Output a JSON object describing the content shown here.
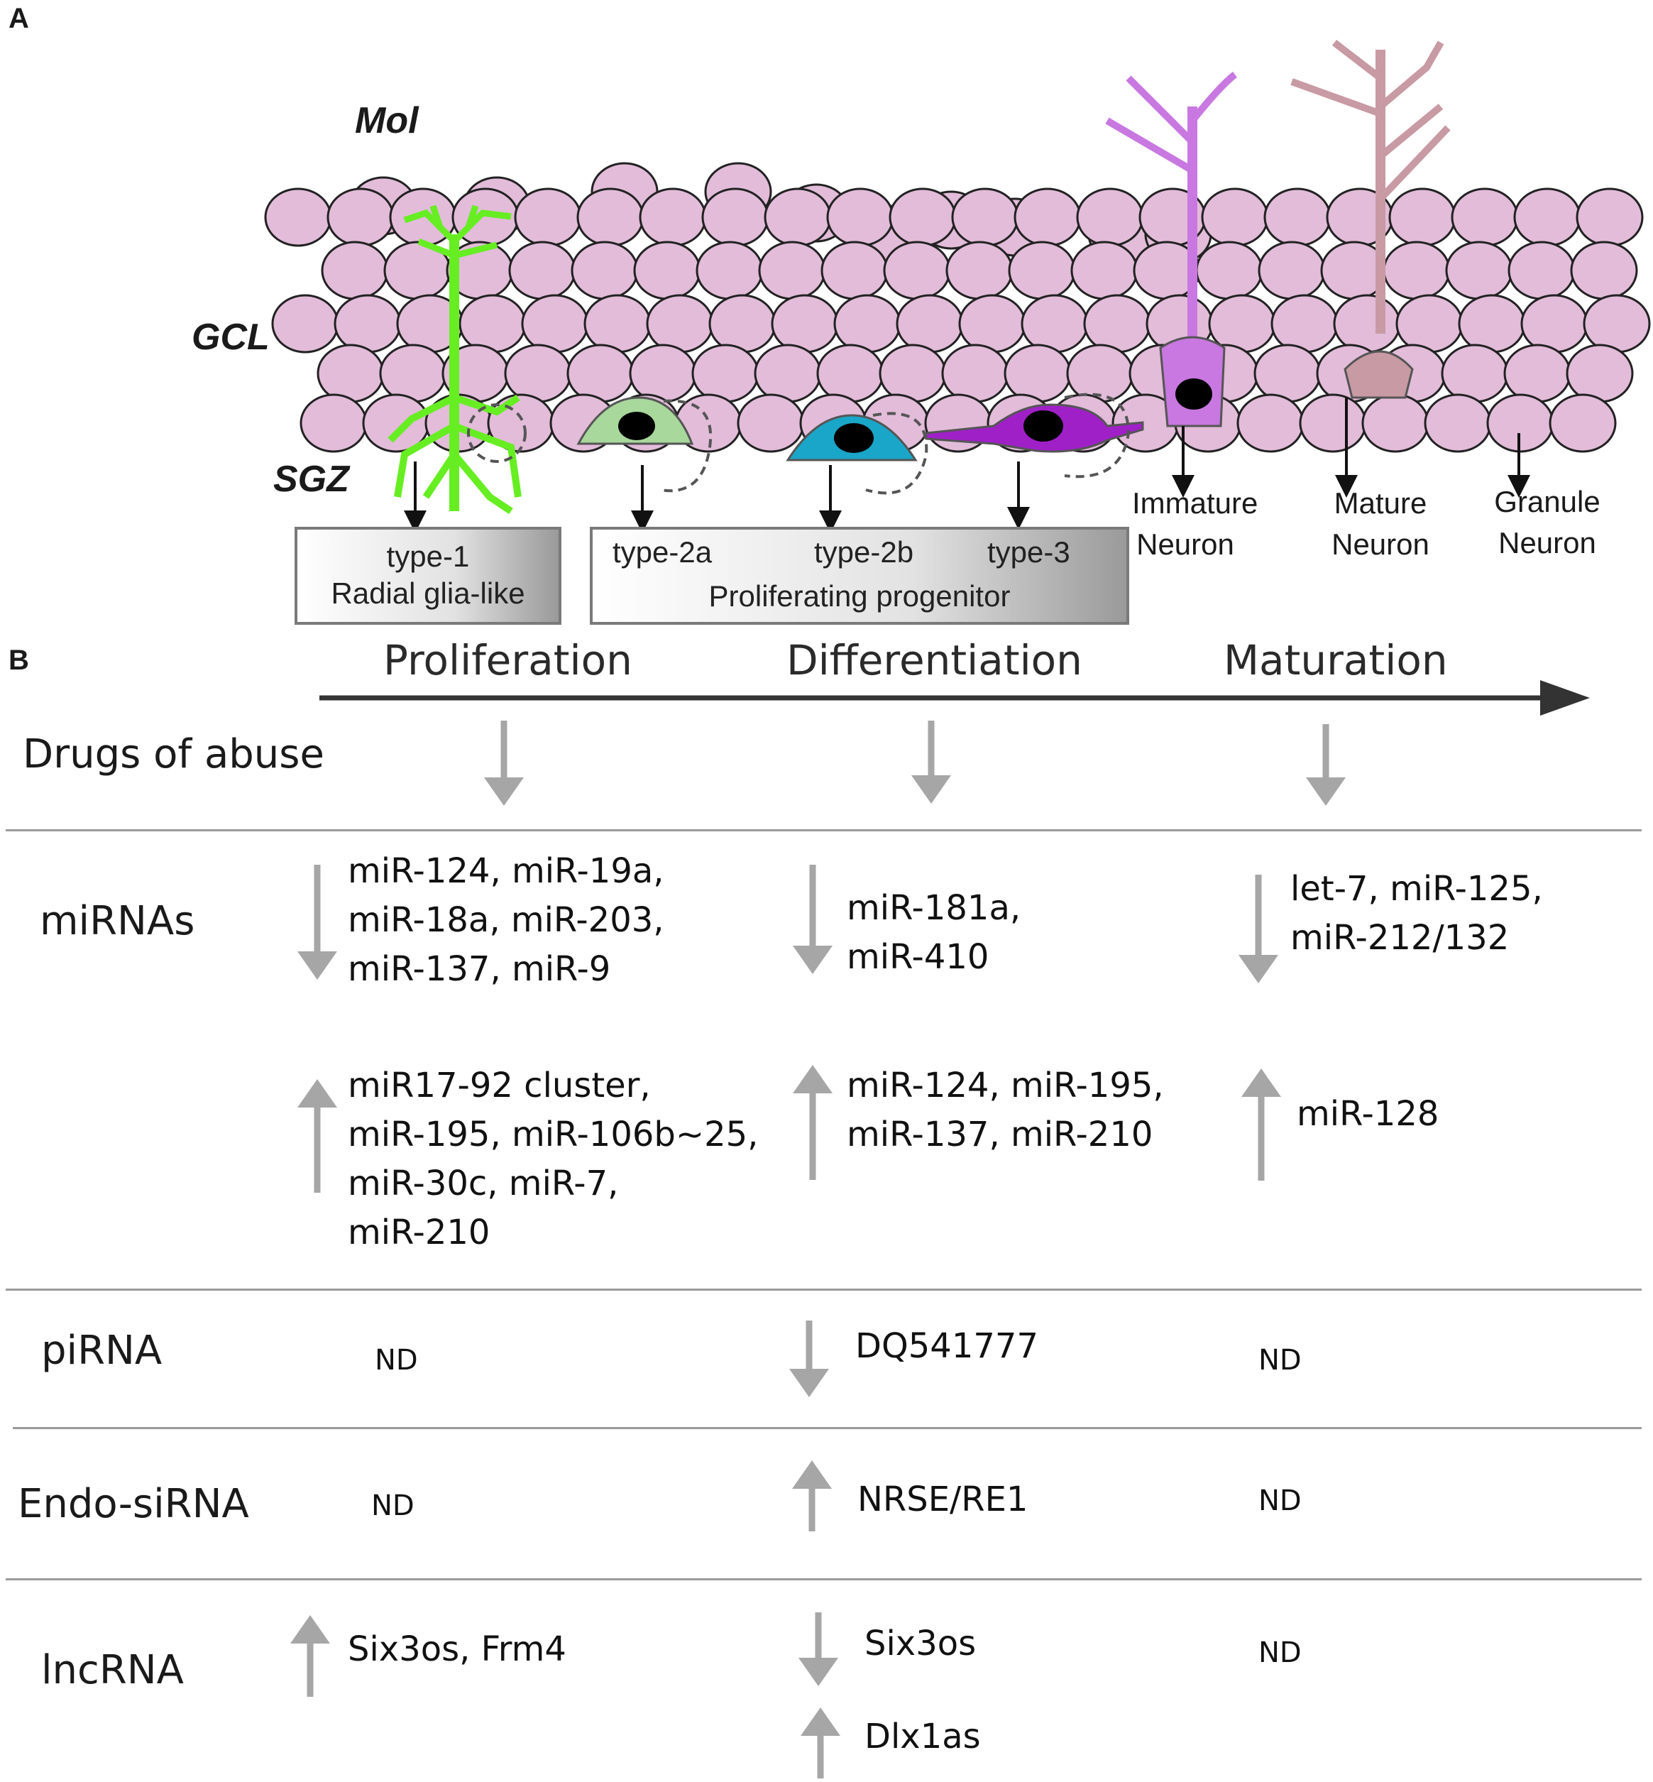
{
  "panel_a": {
    "letter": "A",
    "layers": {
      "mol": "Mol",
      "gcl": "GCL",
      "sgz": "SGZ"
    },
    "box1": {
      "line1": "type-1",
      "line2": "Radial glia-like"
    },
    "box2": {
      "type2a": "type-2a",
      "type2b": "type-2b",
      "type3": "type-3",
      "caption": "Proliferating progenitor"
    },
    "neurons": [
      {
        "line1": "Immature",
        "line2": "Neuron"
      },
      {
        "line1": "Mature",
        "line2": "Neuron"
      },
      {
        "line1": "Granule",
        "line2": "Neuron"
      }
    ],
    "colors": {
      "cell_fill": "#e2bcd9",
      "type1": "#66ee22",
      "type2a": "#a8d89c",
      "type2b": "#1aa6c8",
      "type3": "#a020c8",
      "immature": "#c878e0",
      "mature": "#c89aa4"
    }
  },
  "panel_b": {
    "letter": "B",
    "phases": [
      "Proliferation",
      "Differentiation",
      "Maturation"
    ],
    "drugs_label": "Drugs of abuse",
    "rows": {
      "mirna": {
        "label": "miRNAs",
        "prolif_down": [
          "miR-124,  miR-19a,",
          "miR-18a,  miR-203,",
          "miR-137, miR-9"
        ],
        "diff_down": [
          "miR-181a,",
          "miR-410"
        ],
        "mat_down": [
          "let-7, miR-125,",
          "miR-212/132"
        ],
        "prolif_up": [
          "miR17-92 cluster,",
          "miR-195, miR-106b~25,",
          "miR-30c, miR-7,",
          "miR-210"
        ],
        "diff_up": [
          "miR-124, miR-195,",
          "miR-137, miR-210"
        ],
        "mat_up": [
          "miR-128"
        ]
      },
      "pirna": {
        "label": "piRNA",
        "prolif": "ND",
        "diff": "DQ541777",
        "mat": "ND"
      },
      "endo": {
        "label": "Endo-siRNA",
        "prolif": "ND",
        "diff": "NRSE/RE1",
        "mat": "ND"
      },
      "lncrna": {
        "label": "lncRNA",
        "prolif": "Six3os, Frm4",
        "diff_down": "Six3os",
        "diff_up": "Dlx1as",
        "mat": "ND"
      }
    },
    "arrow_color": "#a6a6a6"
  }
}
